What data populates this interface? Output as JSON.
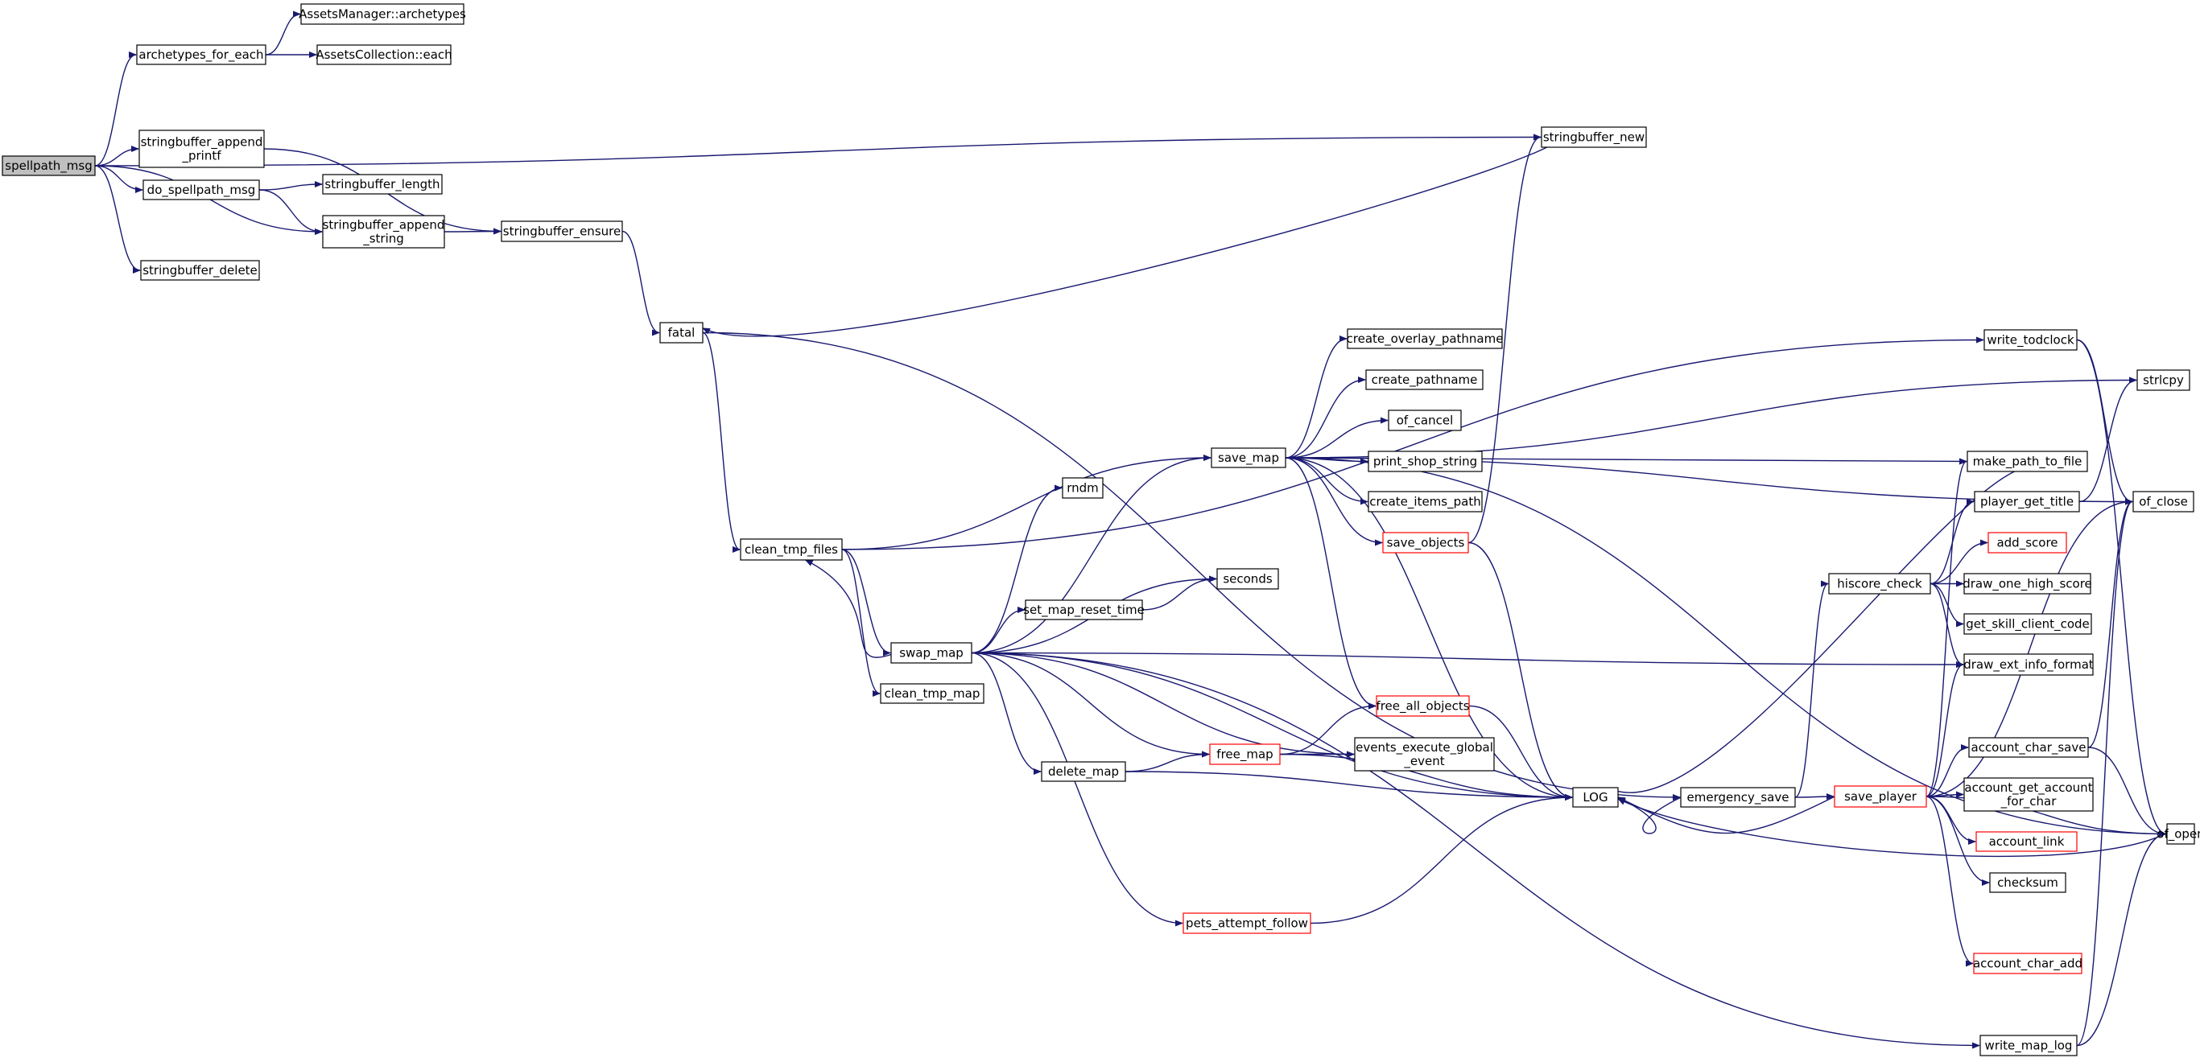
{
  "colors": {
    "edge": "#191970",
    "border_normal": "#000000",
    "border_truncated": "#ff0000",
    "root_fill": "#bfbfbf",
    "fill": "#ffffff"
  },
  "nodes": [
    {
      "id": "spellpath_msg",
      "lines": [
        "spellpath_msg"
      ],
      "style": "root"
    },
    {
      "id": "archetypes_for_each",
      "lines": [
        "archetypes_for_each"
      ],
      "style": "normal"
    },
    {
      "id": "AssetsManager_archetypes",
      "lines": [
        "AssetsManager::archetypes"
      ],
      "style": "normal"
    },
    {
      "id": "AssetsCollection_each",
      "lines": [
        "AssetsCollection::each"
      ],
      "style": "normal"
    },
    {
      "id": "stringbuffer_append_printf",
      "lines": [
        "stringbuffer_append",
        "_printf"
      ],
      "style": "normal"
    },
    {
      "id": "do_spellpath_msg",
      "lines": [
        "do_spellpath_msg"
      ],
      "style": "normal"
    },
    {
      "id": "stringbuffer_length",
      "lines": [
        "stringbuffer_length"
      ],
      "style": "normal"
    },
    {
      "id": "stringbuffer_append_string",
      "lines": [
        "stringbuffer_append",
        "_string"
      ],
      "style": "normal"
    },
    {
      "id": "stringbuffer_ensure",
      "lines": [
        "stringbuffer_ensure"
      ],
      "style": "normal"
    },
    {
      "id": "stringbuffer_delete",
      "lines": [
        "stringbuffer_delete"
      ],
      "style": "normal"
    },
    {
      "id": "stringbuffer_new",
      "lines": [
        "stringbuffer_new"
      ],
      "style": "normal"
    },
    {
      "id": "fatal",
      "lines": [
        "fatal"
      ],
      "style": "normal"
    },
    {
      "id": "clean_tmp_files",
      "lines": [
        "clean_tmp_files"
      ],
      "style": "normal"
    },
    {
      "id": "swap_map",
      "lines": [
        "swap_map"
      ],
      "style": "normal"
    },
    {
      "id": "clean_tmp_map",
      "lines": [
        "clean_tmp_map"
      ],
      "style": "normal"
    },
    {
      "id": "save_map",
      "lines": [
        "save_map"
      ],
      "style": "normal"
    },
    {
      "id": "rndm",
      "lines": [
        "rndm"
      ],
      "style": "normal"
    },
    {
      "id": "seconds",
      "lines": [
        "seconds"
      ],
      "style": "normal"
    },
    {
      "id": "set_map_reset_time",
      "lines": [
        "set_map_reset_time"
      ],
      "style": "normal"
    },
    {
      "id": "delete_map",
      "lines": [
        "delete_map"
      ],
      "style": "normal"
    },
    {
      "id": "free_map",
      "lines": [
        "free_map"
      ],
      "style": "truncated"
    },
    {
      "id": "free_all_objects",
      "lines": [
        "free_all_objects"
      ],
      "style": "truncated"
    },
    {
      "id": "events_execute_global_event",
      "lines": [
        "events_execute_global",
        "_event"
      ],
      "style": "normal"
    },
    {
      "id": "pets_attempt_follow",
      "lines": [
        "pets_attempt_follow"
      ],
      "style": "truncated"
    },
    {
      "id": "create_overlay_pathname",
      "lines": [
        "create_overlay_pathname"
      ],
      "style": "normal"
    },
    {
      "id": "create_pathname",
      "lines": [
        "create_pathname"
      ],
      "style": "normal"
    },
    {
      "id": "of_cancel",
      "lines": [
        "of_cancel"
      ],
      "style": "normal"
    },
    {
      "id": "print_shop_string",
      "lines": [
        "print_shop_string"
      ],
      "style": "normal"
    },
    {
      "id": "create_items_path",
      "lines": [
        "create_items_path"
      ],
      "style": "normal"
    },
    {
      "id": "save_objects",
      "lines": [
        "save_objects"
      ],
      "style": "truncated"
    },
    {
      "id": "LOG",
      "lines": [
        "LOG"
      ],
      "style": "normal"
    },
    {
      "id": "emergency_save",
      "lines": [
        "emergency_save"
      ],
      "style": "normal"
    },
    {
      "id": "write_todclock",
      "lines": [
        "write_todclock"
      ],
      "style": "normal"
    },
    {
      "id": "strlcpy",
      "lines": [
        "strlcpy"
      ],
      "style": "normal"
    },
    {
      "id": "make_path_to_file",
      "lines": [
        "make_path_to_file"
      ],
      "style": "normal"
    },
    {
      "id": "player_get_title",
      "lines": [
        "player_get_title"
      ],
      "style": "normal"
    },
    {
      "id": "of_close",
      "lines": [
        "of_close"
      ],
      "style": "normal"
    },
    {
      "id": "add_score",
      "lines": [
        "add_score"
      ],
      "style": "truncated"
    },
    {
      "id": "hiscore_check",
      "lines": [
        "hiscore_check"
      ],
      "style": "normal"
    },
    {
      "id": "draw_one_high_score",
      "lines": [
        "draw_one_high_score"
      ],
      "style": "normal"
    },
    {
      "id": "get_skill_client_code",
      "lines": [
        "get_skill_client_code"
      ],
      "style": "normal"
    },
    {
      "id": "draw_ext_info_format",
      "lines": [
        "draw_ext_info_format"
      ],
      "style": "normal"
    },
    {
      "id": "account_char_save",
      "lines": [
        "account_char_save"
      ],
      "style": "normal"
    },
    {
      "id": "save_player",
      "lines": [
        "save_player"
      ],
      "style": "truncated"
    },
    {
      "id": "account_get_account_for_char",
      "lines": [
        "account_get_account",
        "_for_char"
      ],
      "style": "normal"
    },
    {
      "id": "of_open",
      "lines": [
        "of_open"
      ],
      "style": "normal"
    },
    {
      "id": "account_link",
      "lines": [
        "account_link"
      ],
      "style": "truncated"
    },
    {
      "id": "checksum",
      "lines": [
        "checksum"
      ],
      "style": "normal"
    },
    {
      "id": "account_char_add",
      "lines": [
        "account_char_add"
      ],
      "style": "truncated"
    },
    {
      "id": "write_map_log",
      "lines": [
        "write_map_log"
      ],
      "style": "normal"
    }
  ],
  "edges": [
    [
      "spellpath_msg",
      "archetypes_for_each"
    ],
    [
      "spellpath_msg",
      "stringbuffer_new"
    ],
    [
      "spellpath_msg",
      "stringbuffer_append_printf"
    ],
    [
      "spellpath_msg",
      "do_spellpath_msg"
    ],
    [
      "spellpath_msg",
      "stringbuffer_append_string"
    ],
    [
      "spellpath_msg",
      "stringbuffer_delete"
    ],
    [
      "archetypes_for_each",
      "AssetsManager_archetypes"
    ],
    [
      "archetypes_for_each",
      "AssetsCollection_each"
    ],
    [
      "stringbuffer_append_printf",
      "stringbuffer_ensure"
    ],
    [
      "do_spellpath_msg",
      "stringbuffer_length"
    ],
    [
      "do_spellpath_msg",
      "stringbuffer_append_string"
    ],
    [
      "stringbuffer_append_string",
      "stringbuffer_ensure"
    ],
    [
      "stringbuffer_ensure",
      "fatal"
    ],
    [
      "stringbuffer_new",
      "fatal"
    ],
    [
      "fatal",
      "clean_tmp_files"
    ],
    [
      "fatal",
      "emergency_save"
    ],
    [
      "clean_tmp_files",
      "save_map"
    ],
    [
      "clean_tmp_files",
      "swap_map"
    ],
    [
      "clean_tmp_files",
      "clean_tmp_map"
    ],
    [
      "clean_tmp_files",
      "write_todclock"
    ],
    [
      "swap_map",
      "save_map"
    ],
    [
      "swap_map",
      "rndm"
    ],
    [
      "swap_map",
      "seconds"
    ],
    [
      "swap_map",
      "set_map_reset_time"
    ],
    [
      "swap_map",
      "draw_ext_info_format"
    ],
    [
      "swap_map",
      "events_execute_global_event"
    ],
    [
      "swap_map",
      "free_map"
    ],
    [
      "swap_map",
      "delete_map"
    ],
    [
      "swap_map",
      "LOG"
    ],
    [
      "swap_map",
      "pets_attempt_follow"
    ],
    [
      "swap_map",
      "clean_tmp_files"
    ],
    [
      "swap_map",
      "write_map_log"
    ],
    [
      "set_map_reset_time",
      "seconds"
    ],
    [
      "delete_map",
      "free_map"
    ],
    [
      "delete_map",
      "LOG"
    ],
    [
      "free_map",
      "free_all_objects"
    ],
    [
      "free_map",
      "events_execute_global_event"
    ],
    [
      "free_map",
      "LOG"
    ],
    [
      "free_all_objects",
      "LOG"
    ],
    [
      "pets_attempt_follow",
      "LOG"
    ],
    [
      "save_map",
      "strlcpy"
    ],
    [
      "save_map",
      "of_close"
    ],
    [
      "save_map",
      "make_path_to_file"
    ],
    [
      "save_map",
      "create_overlay_pathname"
    ],
    [
      "save_map",
      "create_pathname"
    ],
    [
      "save_map",
      "of_cancel"
    ],
    [
      "save_map",
      "print_shop_string"
    ],
    [
      "save_map",
      "create_items_path"
    ],
    [
      "save_map",
      "save_objects"
    ],
    [
      "save_map",
      "free_all_objects"
    ],
    [
      "save_map",
      "LOG"
    ],
    [
      "save_map",
      "of_open"
    ],
    [
      "save_objects",
      "stringbuffer_new"
    ],
    [
      "save_objects",
      "LOG"
    ],
    [
      "emergency_save",
      "LOG"
    ],
    [
      "emergency_save",
      "hiscore_check"
    ],
    [
      "emergency_save",
      "save_player"
    ],
    [
      "write_todclock",
      "of_close"
    ],
    [
      "write_todclock",
      "of_open"
    ],
    [
      "make_path_to_file",
      "LOG"
    ],
    [
      "player_get_title",
      "strlcpy"
    ],
    [
      "hiscore_check",
      "player_get_title"
    ],
    [
      "hiscore_check",
      "add_score"
    ],
    [
      "hiscore_check",
      "draw_one_high_score"
    ],
    [
      "hiscore_check",
      "get_skill_client_code"
    ],
    [
      "hiscore_check",
      "draw_ext_info_format"
    ],
    [
      "save_player",
      "LOG"
    ],
    [
      "save_player",
      "make_path_to_file"
    ],
    [
      "save_player",
      "draw_ext_info_format"
    ],
    [
      "save_player",
      "account_char_save"
    ],
    [
      "save_player",
      "account_get_account_for_char"
    ],
    [
      "save_player",
      "account_link"
    ],
    [
      "save_player",
      "checksum"
    ],
    [
      "save_player",
      "account_char_add"
    ],
    [
      "save_player",
      "of_open"
    ],
    [
      "save_player",
      "of_close"
    ],
    [
      "account_char_save",
      "of_close"
    ],
    [
      "account_char_save",
      "of_open"
    ],
    [
      "of_open",
      "LOG"
    ],
    [
      "write_map_log",
      "of_close"
    ],
    [
      "write_map_log",
      "of_open"
    ]
  ]
}
